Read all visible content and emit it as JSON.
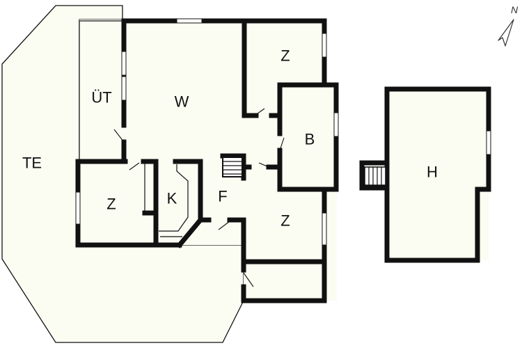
{
  "rooms": {
    "terrace": "TE",
    "utility": "ÜT",
    "living": "W",
    "room_top_right": "Z",
    "bath": "B",
    "room_left": "Z",
    "kitchen": "K",
    "hall": "F",
    "room_middle": "Z",
    "house": "H"
  },
  "compass": {
    "north": "N"
  },
  "colors": {
    "floor": "#fbfcf2",
    "wall": "#111111",
    "background": "#ffffff"
  }
}
